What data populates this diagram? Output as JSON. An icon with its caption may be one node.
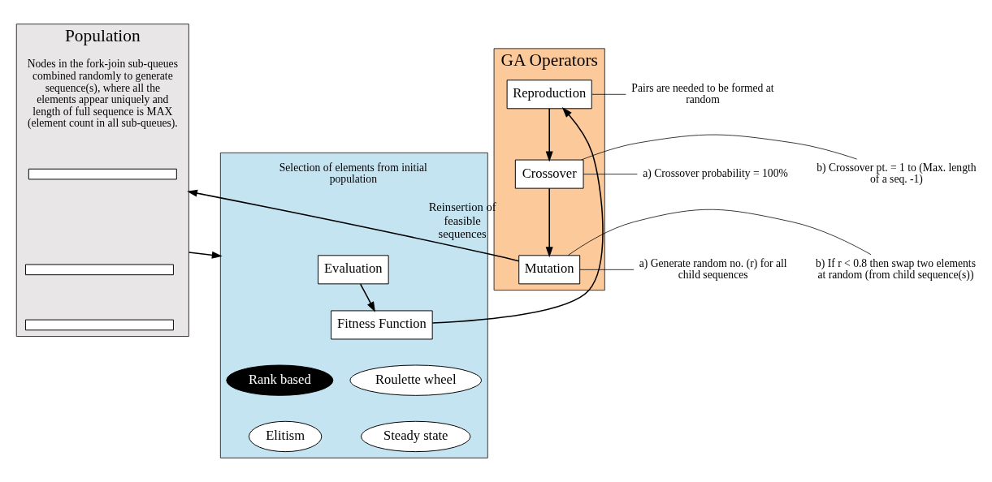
{
  "diagram": {
    "nodes": [
      {
        "text": [
          "Population"
        ],
        "beside": [
          "Nodes in the fork-join sub-queues combined randomly to generate sequence(s), where all the elements appear uniquely and length of full sequence is MAX (element count in all sub-queues)."
        ]
      },
      {
        "text": [],
        "shape": "bar",
        "in": 0
      },
      {
        "text": [],
        "shape": "bar",
        "in": 0
      },
      {
        "text": [],
        "shape": "bar",
        "in": 0
      },
      {
        "text": [],
        "shape": "box",
        "beside": [
          "Selection of elements from initial population"
        ]
      },
      {
        "text": [
          "Evaluation"
        ],
        "in": 4
      },
      {
        "text": [
          "Fitness Function"
        ],
        "in": 4
      },
      {
        "text": [
          "Roulette wheel"
        ],
        "in": 4
      },
      {
        "text": [
          "Rank based"
        ],
        "in": 4
      },
      {
        "text": [
          "Steady state"
        ],
        "in": 4
      },
      {
        "text": [
          "Elitism"
        ],
        "in": 4
      },
      {
        "text": [
          "GA Operators"
        ]
      },
      {
        "text": [
          "Mutation"
        ],
        "in": 11
      },
      {
        "text": [
          "Crossover"
        ],
        "in": 11
      },
      {
        "text": [
          "Reproduction"
        ],
        "in": 11
      },
      {
        "text": [
          "a) Generate random no. (r) for all child sequences"
        ]
      },
      {
        "text": [
          "b) If r < 0.8 then swap two elements at random (from child sequence(s))"
        ]
      },
      {
        "text": [
          "a) Crossover probability = 100%"
        ]
      },
      {
        "text": [
          "b) Crossover pt. = 1 to (Max. length of a seq. -1)"
        ]
      },
      {
        "text": [
          "Pairs are needed to be formed at random"
        ]
      }
    ],
    "edges": [
      {
        "from": 12,
        "to": 0,
        "arrow": "to",
        "label": "Reinsertion of feasible sequences"
      },
      {
        "from": 0,
        "to": 4,
        "arrow": "to"
      },
      {
        "from": 5,
        "to": 6,
        "arrow": "to"
      },
      {
        "from": 6,
        "to": 14,
        "arrow": "to"
      },
      {
        "from": 14,
        "to": 13,
        "arrow": "to"
      },
      {
        "from": 13,
        "to": 12,
        "arrow": "to"
      },
      {
        "from": 15,
        "to": 12,
        "arrow": "none"
      },
      {
        "from": 16,
        "to": 12,
        "arrow": "none"
      },
      {
        "from": 17,
        "to": 13,
        "arrow": "none"
      },
      {
        "from": 18,
        "to": 13,
        "arrow": "none"
      },
      {
        "from": 19,
        "to": 14,
        "arrow": "none"
      }
    ]
  }
}
